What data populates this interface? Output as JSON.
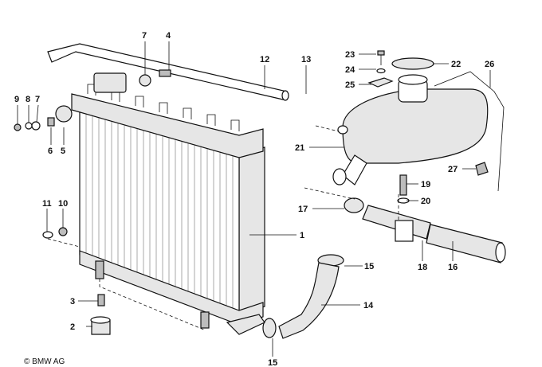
{
  "copyright": "© BMW AG",
  "callouts": [
    {
      "id": "c1",
      "text": "1"
    },
    {
      "id": "c2",
      "text": "2"
    },
    {
      "id": "c3",
      "text": "3"
    },
    {
      "id": "c4",
      "text": "4"
    },
    {
      "id": "c5",
      "text": "5"
    },
    {
      "id": "c6",
      "text": "6"
    },
    {
      "id": "c7a",
      "text": "7"
    },
    {
      "id": "c7b",
      "text": "7"
    },
    {
      "id": "c8",
      "text": "8"
    },
    {
      "id": "c9",
      "text": "9"
    },
    {
      "id": "c10",
      "text": "10"
    },
    {
      "id": "c11",
      "text": "11"
    },
    {
      "id": "c12",
      "text": "12"
    },
    {
      "id": "c13",
      "text": "13"
    },
    {
      "id": "c14",
      "text": "14"
    },
    {
      "id": "c15a",
      "text": "15"
    },
    {
      "id": "c15b",
      "text": "15"
    },
    {
      "id": "c16",
      "text": "16"
    },
    {
      "id": "c17",
      "text": "17"
    },
    {
      "id": "c18",
      "text": "18"
    },
    {
      "id": "c19",
      "text": "19"
    },
    {
      "id": "c20",
      "text": "20"
    },
    {
      "id": "c21",
      "text": "21"
    },
    {
      "id": "c22",
      "text": "22"
    },
    {
      "id": "c23",
      "text": "23"
    },
    {
      "id": "c24",
      "text": "24"
    },
    {
      "id": "c25",
      "text": "25"
    },
    {
      "id": "c26",
      "text": "26"
    },
    {
      "id": "c27",
      "text": "27"
    }
  ]
}
